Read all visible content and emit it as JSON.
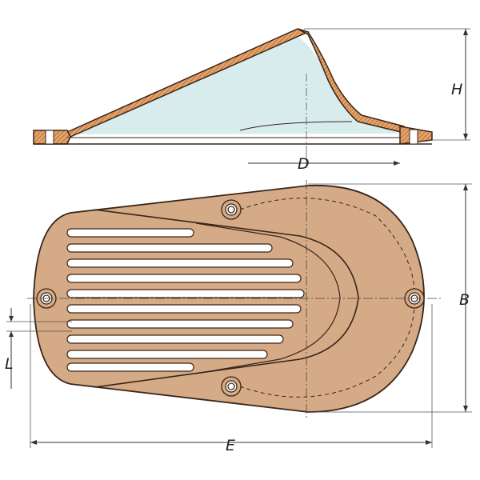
{
  "dimensions": {
    "H": "H",
    "D": "D",
    "B": "B",
    "L": "L",
    "E": "E"
  },
  "colors": {
    "bronze_fill": "#d4ab86",
    "hatch_fill": "#e3a36b",
    "interior_fill": "#d8ecee",
    "outline": "#3a2418",
    "slot_fill": "#ffffff",
    "dimension_line": "#333333"
  }
}
